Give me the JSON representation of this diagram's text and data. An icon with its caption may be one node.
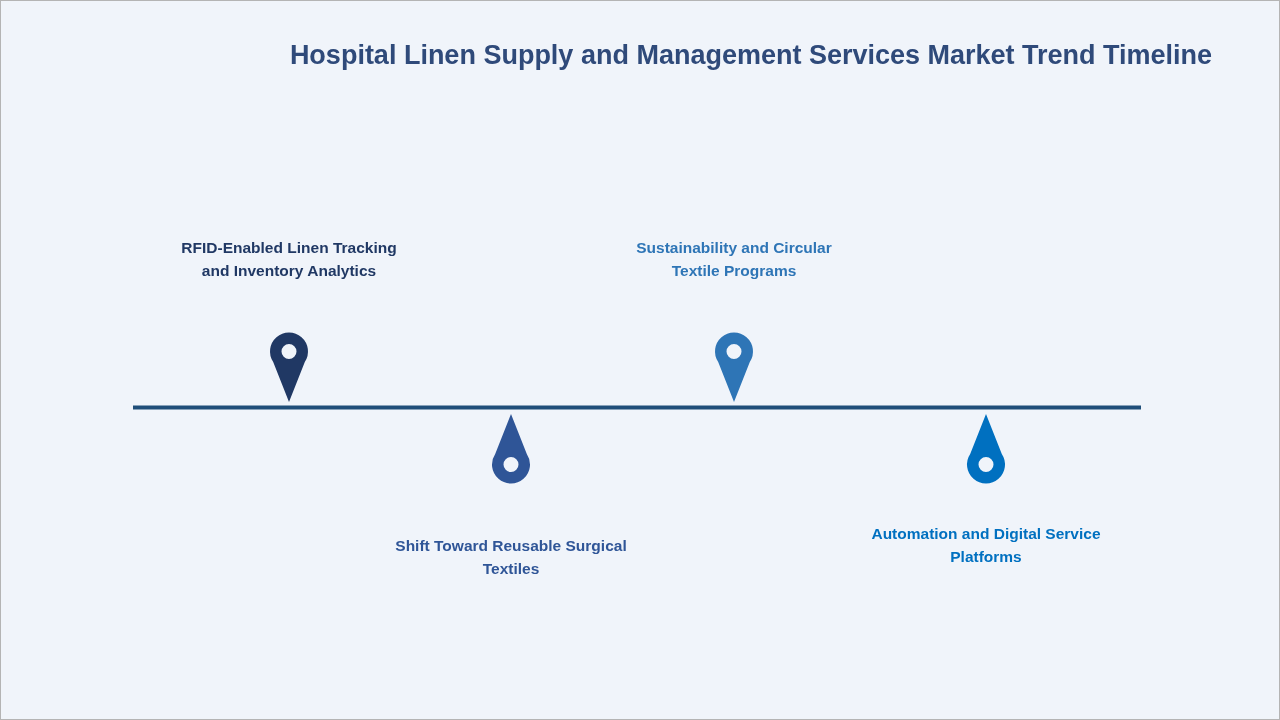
{
  "diagram": {
    "title": "Hospital Linen Supply and Management Services Market Trend Timeline",
    "labels": [
      "RFID-Enabled Linen Tracking and Inventory Analytics",
      "Shift Toward Reusable Surgical Textiles",
      "Sustainability and Circular Textile Programs",
      "Automation and Digital Service Platforms"
    ]
  }
}
